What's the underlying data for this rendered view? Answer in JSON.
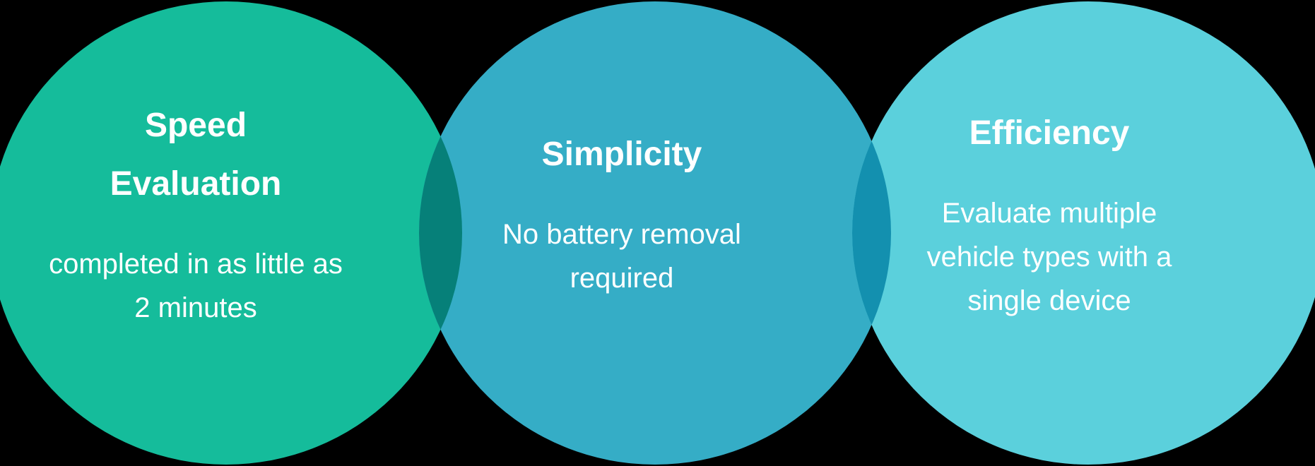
{
  "background_color": "#000000",
  "text_color": "#FFFFFF",
  "circles": [
    {
      "id": "speed",
      "title": "Speed\nEvaluation",
      "body": "completed in as little as\n2 minutes",
      "color": "#15BC9B"
    },
    {
      "id": "simplicity",
      "title": "Simplicity",
      "body": "No battery removal\nrequired",
      "color": "#35ADC6"
    },
    {
      "id": "efficiency",
      "title": "Efficiency",
      "body": "Evaluate multiple\nvehicle types with a\nsingle device",
      "color": "#5BD0DC"
    }
  ],
  "overlaps": [
    {
      "id": "speed-simplicity",
      "color": "#068079"
    },
    {
      "id": "simplicity-efficiency",
      "color": "#1390AF"
    }
  ]
}
